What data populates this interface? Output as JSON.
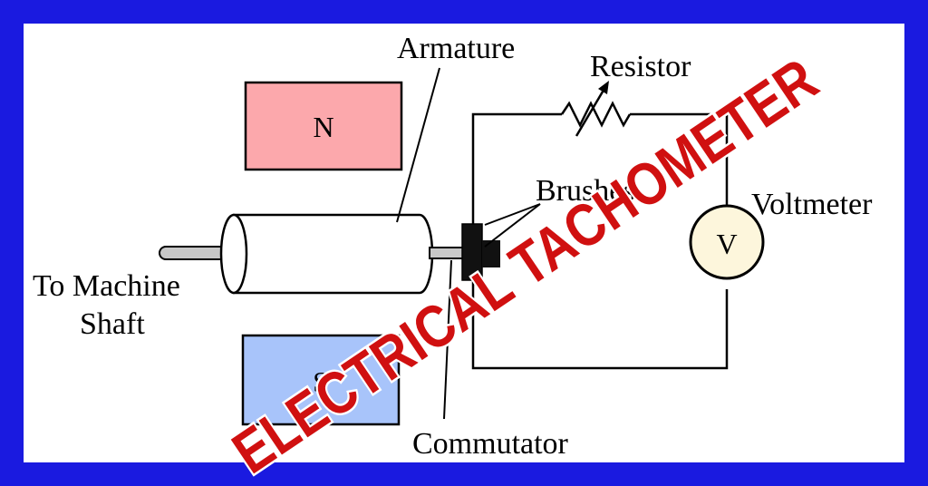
{
  "labels": {
    "armature": "Armature",
    "resistor": "Resistor",
    "brushes": "Brushes",
    "voltmeter": "Voltmeter",
    "machine_shaft_line1": "To Machine",
    "machine_shaft_line2": "Shaft",
    "commutator": "Commutator"
  },
  "poles": {
    "north": {
      "label": "N",
      "color": "#fca8ac"
    },
    "south": {
      "label": "S",
      "color": "#a8c4fa"
    }
  },
  "meter": {
    "symbol": "V",
    "fill": "#fdf6dc"
  },
  "watermark": {
    "text": "ELECTRICAL TACHOMETER",
    "color": "#d01010"
  },
  "colors": {
    "border": "#1a1ae0",
    "shaft": "#c8c8c8",
    "line": "#000000"
  }
}
